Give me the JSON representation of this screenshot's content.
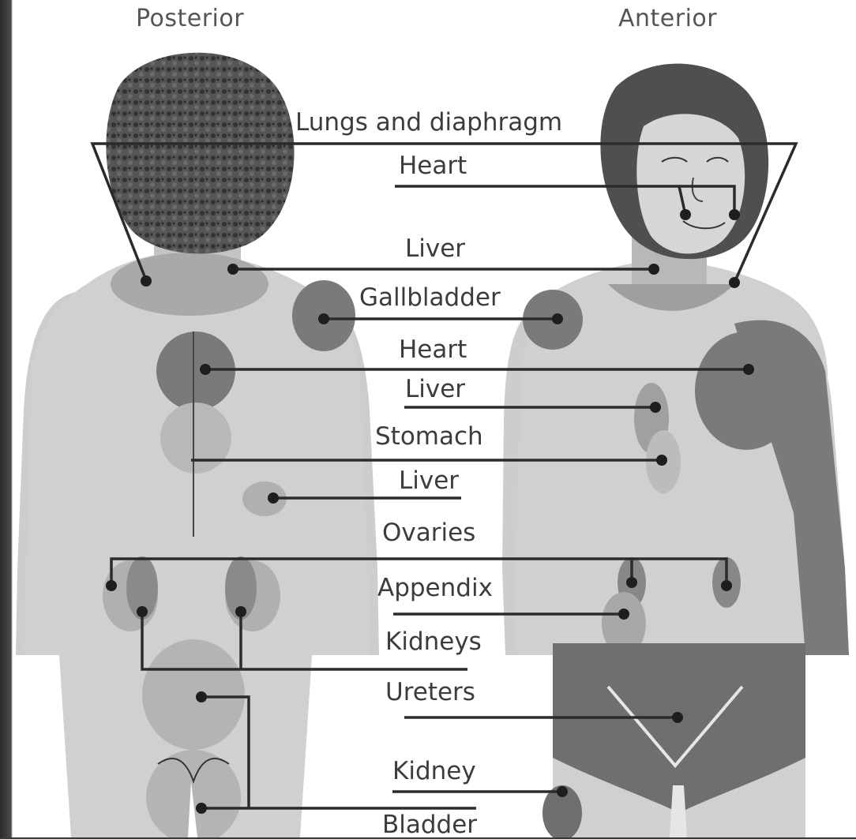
{
  "titles": {
    "posterior": "Posterior",
    "anterior": "Anterior"
  },
  "labels": [
    "Lungs and diaphragm",
    "Heart",
    "Liver",
    "Gallbladder",
    "Heart",
    "Liver",
    "Stomach",
    "Liver",
    "Ovaries",
    "Appendix",
    "Kidneys",
    "Ureters",
    "Kidney",
    "Bladder"
  ],
  "colors": {
    "skin": "#cfcfcf",
    "hair": "#4a4a4a",
    "region_dark": "#6f6f6f",
    "region_mid": "#9a9a9a",
    "line": "#2b2b2b",
    "text": "#3c3c3c"
  }
}
